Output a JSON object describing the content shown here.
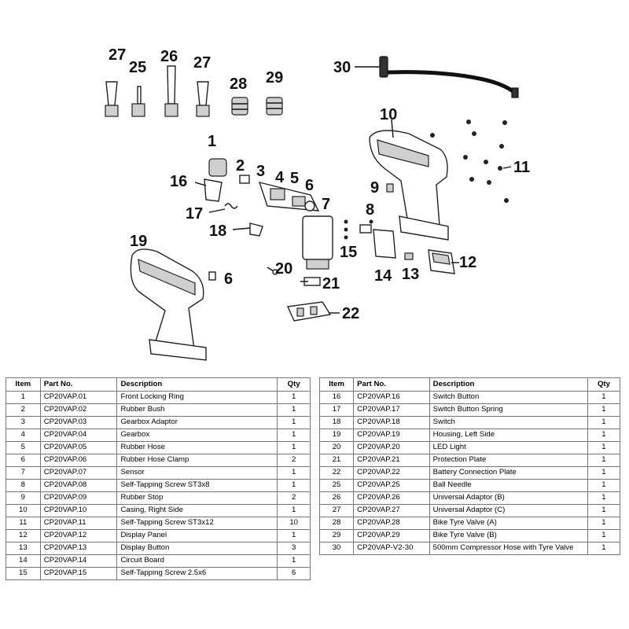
{
  "callouts": [
    "27",
    "25",
    "26",
    "27",
    "28",
    "29",
    "30",
    "10",
    "11",
    "9",
    "1",
    "2",
    "3",
    "4",
    "5",
    "6",
    "7",
    "8",
    "16",
    "17",
    "18",
    "15",
    "19",
    "20",
    "6",
    "21",
    "12",
    "13",
    "14",
    "22"
  ],
  "table_headers": {
    "item": "Item",
    "part_no": "Part No.",
    "description": "Description",
    "qty": "Qty"
  },
  "parts_left": [
    {
      "item": "1",
      "part_no": "CP20VAP.01",
      "description": "Front Locking Ring",
      "qty": "1"
    },
    {
      "item": "2",
      "part_no": "CP20VAP.02",
      "description": "Rubber Bush",
      "qty": "1"
    },
    {
      "item": "3",
      "part_no": "CP20VAP.03",
      "description": "Gearbox Adaptor",
      "qty": "1"
    },
    {
      "item": "4",
      "part_no": "CP20VAP.04",
      "description": "Gearbox",
      "qty": "1"
    },
    {
      "item": "5",
      "part_no": "CP20VAP.05",
      "description": "Rubber Hose",
      "qty": "1"
    },
    {
      "item": "6",
      "part_no": "CP20VAP.06",
      "description": "Rubber Hose Clamp",
      "qty": "2"
    },
    {
      "item": "7",
      "part_no": "CP20VAP.07",
      "description": "Sensor",
      "qty": "1"
    },
    {
      "item": "8",
      "part_no": "CP20VAP.08",
      "description": "Self-Tapping Screw ST3x8",
      "qty": "1"
    },
    {
      "item": "9",
      "part_no": "CP20VAP.09",
      "description": "Rubber Stop",
      "qty": "2"
    },
    {
      "item": "10",
      "part_no": "CP20VAP.10",
      "description": "Casing, Right Side",
      "qty": "1"
    },
    {
      "item": "11",
      "part_no": "CP20VAP.11",
      "description": "Self-Tapping Screw ST3x12",
      "qty": "10"
    },
    {
      "item": "12",
      "part_no": "CP20VAP.12",
      "description": "Display Panel",
      "qty": "1"
    },
    {
      "item": "13",
      "part_no": "CP20VAP.13",
      "description": "Display Button",
      "qty": "3"
    },
    {
      "item": "14",
      "part_no": "CP20VAP.14",
      "description": "Circuit Board",
      "qty": "1"
    },
    {
      "item": "15",
      "part_no": "CP20VAP.15",
      "description": "Self-Tapping Screw 2.5x6",
      "qty": "6"
    }
  ],
  "parts_right": [
    {
      "item": "16",
      "part_no": "CP20VAP.16",
      "description": "Switch Button",
      "qty": "1"
    },
    {
      "item": "17",
      "part_no": "CP20VAP.17",
      "description": "Switch Button Spring",
      "qty": "1"
    },
    {
      "item": "18",
      "part_no": "CP20VAP.18",
      "description": "Switch",
      "qty": "1"
    },
    {
      "item": "19",
      "part_no": "CP20VAP.19",
      "description": "Housing, Left Side",
      "qty": "1"
    },
    {
      "item": "20",
      "part_no": "CP20VAP.20",
      "description": "LED Light",
      "qty": "1"
    },
    {
      "item": "21",
      "part_no": "CP20VAP.21",
      "description": "Protection Plate",
      "qty": "1"
    },
    {
      "item": "22",
      "part_no": "CP20VAP.22",
      "description": "Battery Connection Plate",
      "qty": "1"
    },
    {
      "item": "25",
      "part_no": "CP20VAP.25",
      "description": "Ball Needle",
      "qty": "1"
    },
    {
      "item": "26",
      "part_no": "CP20VAP.26",
      "description": "Universal Adaptor (B)",
      "qty": "1"
    },
    {
      "item": "27",
      "part_no": "CP20VAP.27",
      "description": "Universal Adaptor (C)",
      "qty": "1"
    },
    {
      "item": "28",
      "part_no": "CP20VAP.28",
      "description": "Bike Tyre Valve (A)",
      "qty": "1"
    },
    {
      "item": "29",
      "part_no": "CP20VAP.29",
      "description": "Bike Tyre Valve (B)",
      "qty": "1"
    },
    {
      "item": "30",
      "part_no": "CP20VAP-V2-30",
      "description": "500mm Compressor Hose with Tyre Valve",
      "qty": "1"
    }
  ]
}
